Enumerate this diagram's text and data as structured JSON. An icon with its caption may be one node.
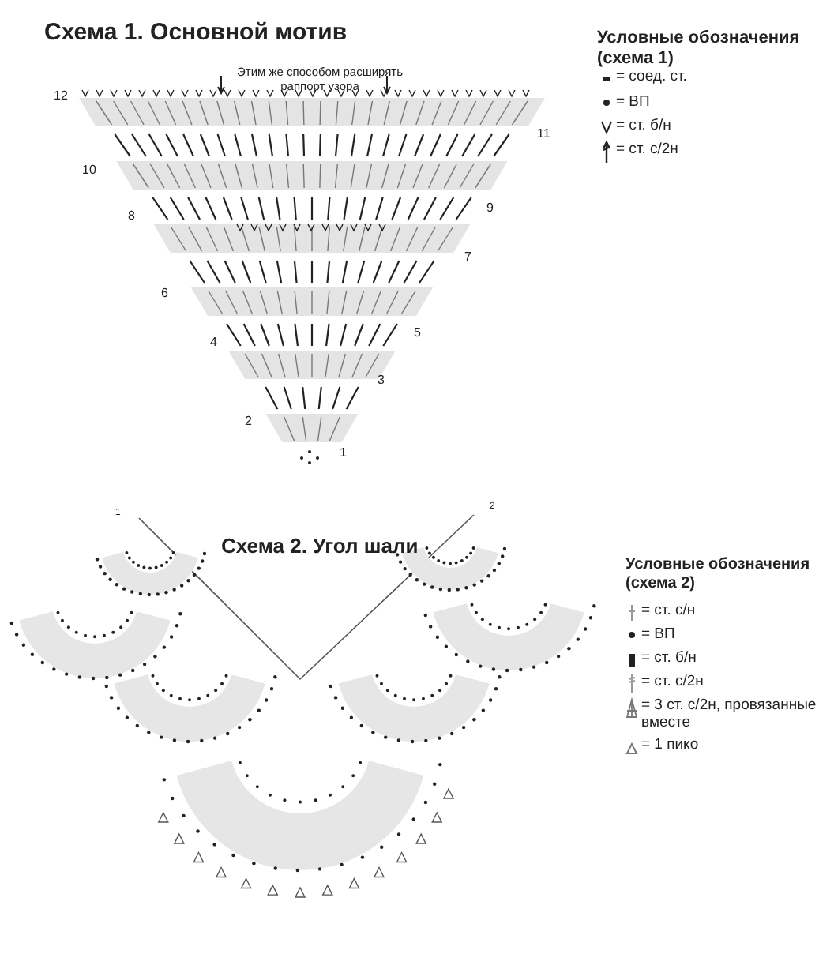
{
  "diagram": {
    "labels": [
      "Схема 1. Основной мотив",
      "Условные обозначения (схема 1)",
      "Этим же способом расширять раппорт узора",
      "12",
      "11",
      "10",
      "9",
      "8",
      "7",
      "6",
      "5",
      "4",
      "3",
      "2",
      "1",
      "Схема 2. Угол шали",
      "Условные обозначения (схема 2)",
      "1",
      "2"
    ],
    "legend": [
      {
        "text": "= соед. ст."
      },
      {
        "text": "= ВП"
      },
      {
        "text": "= ст. б/н"
      },
      {
        "text": "= ст. с/2н"
      },
      {
        "text": "= ст. с/н"
      },
      {
        "text": "= ВП"
      },
      {
        "text": "= ст. б/н"
      },
      {
        "text": "= ст. с/2н"
      },
      {
        "text": "= 3 ст. с/2н, провязанные вместе"
      },
      {
        "text": "= 1 пико"
      }
    ]
  }
}
